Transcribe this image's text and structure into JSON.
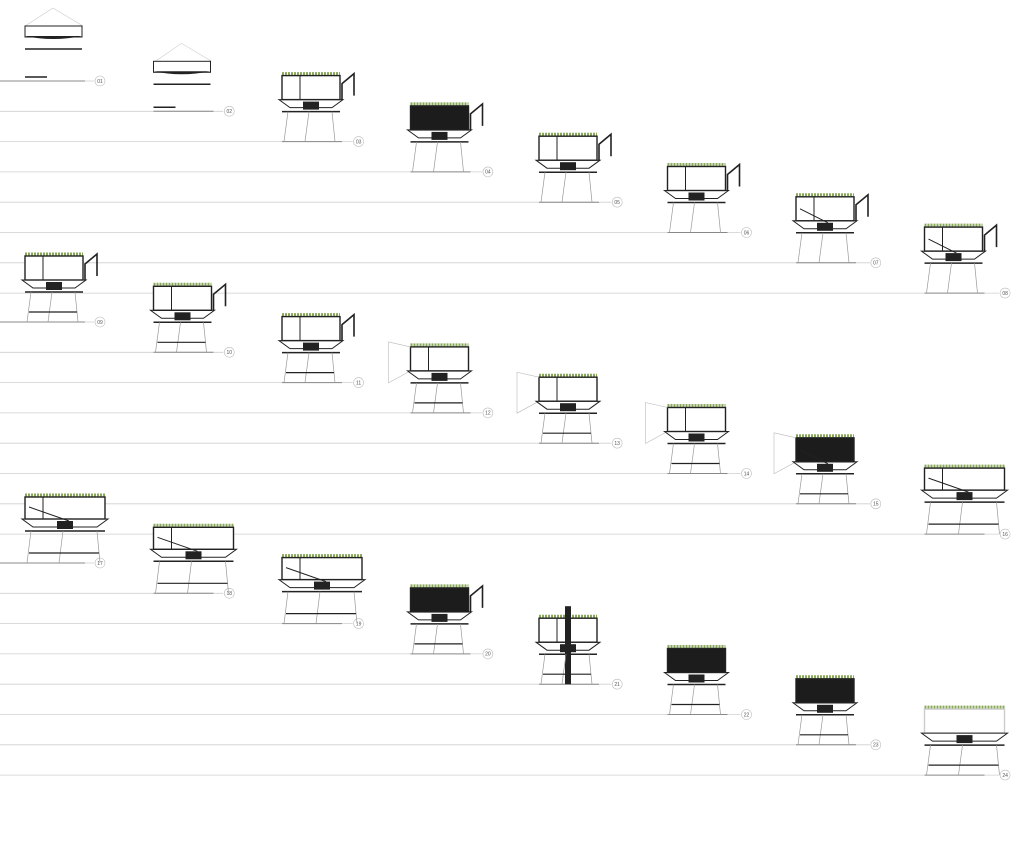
{
  "diagram": {
    "stages": [
      {
        "label": "01",
        "variant": "hanging"
      },
      {
        "label": "02",
        "variant": "hanging"
      },
      {
        "label": "03",
        "variant": "box"
      },
      {
        "label": "04",
        "variant": "dark"
      },
      {
        "label": "05",
        "variant": "box"
      },
      {
        "label": "06",
        "variant": "box"
      },
      {
        "label": "07",
        "variant": "ramp"
      },
      {
        "label": "08",
        "variant": "ramp"
      },
      {
        "label": "09",
        "variant": "box"
      },
      {
        "label": "10",
        "variant": "box"
      },
      {
        "label": "11",
        "variant": "box"
      },
      {
        "label": "12",
        "variant": "wing"
      },
      {
        "label": "13",
        "variant": "wing"
      },
      {
        "label": "14",
        "variant": "wing"
      },
      {
        "label": "15",
        "variant": "darkwing"
      },
      {
        "label": "16",
        "variant": "wide"
      },
      {
        "label": "17",
        "variant": "wide"
      },
      {
        "label": "18",
        "variant": "wide"
      },
      {
        "label": "19",
        "variant": "wide"
      },
      {
        "label": "20",
        "variant": "dark"
      },
      {
        "label": "21",
        "variant": "tower"
      },
      {
        "label": "22",
        "variant": "dark"
      },
      {
        "label": "23",
        "variant": "dark"
      },
      {
        "label": "24",
        "variant": "outline"
      }
    ],
    "colors": {
      "line": "#222222",
      "faint": "#cfcfcf",
      "roof": "#8aa85a",
      "label": "#555555"
    }
  }
}
